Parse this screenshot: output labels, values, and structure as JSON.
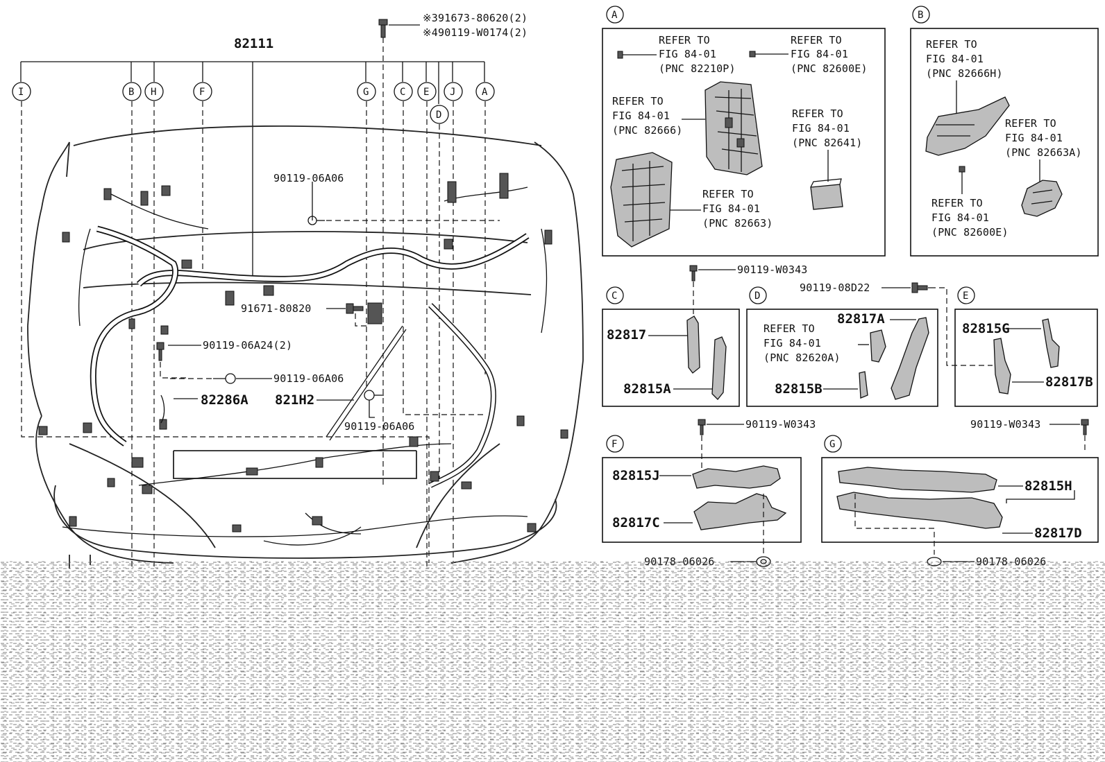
{
  "diagram": {
    "main_part": "82111",
    "callouts": [
      "I",
      "B",
      "H",
      "F",
      "G",
      "C",
      "E",
      "J",
      "A",
      "D"
    ],
    "top_bolts": [
      "※391673-80620(2)",
      "※490119-W0174(2)"
    ],
    "labels": {
      "bolt_06a06_top": "90119-06A06",
      "bolt_91671": "91671-80820",
      "bolt_06a24": "90119-06A24(2)",
      "bolt_06a06_mid": "90119-06A06",
      "p82286a": "82286A",
      "p821h2": "821H2",
      "bolt_06a06_bot": "90119-06A06"
    },
    "insets": {
      "A": {
        "letter": "A",
        "refs": [
          [
            "REFER TO",
            "FIG 84-01",
            "(PNC 82210P)"
          ],
          [
            "REFER TO",
            "FIG 84-01",
            "(PNC 82600E)"
          ],
          [
            "REFER TO",
            "FIG 84-01",
            "(PNC 82666)"
          ],
          [
            "REFER TO",
            "FIG 84-01",
            "(PNC 82641)"
          ],
          [
            "REFER TO",
            "FIG 84-01",
            "(PNC 82663)"
          ]
        ]
      },
      "B": {
        "letter": "B",
        "refs": [
          [
            "REFER TO",
            "FIG 84-01",
            "(PNC 82666H)"
          ],
          [
            "REFER TO",
            "FIG 84-01",
            "(PNC 82663A)"
          ],
          [
            "REFER TO",
            "FIG 84-01",
            "(PNC 82600E)"
          ]
        ]
      },
      "C": {
        "letter": "C",
        "bolt": "90119-W0343",
        "parts": [
          "82817",
          "82815A"
        ]
      },
      "D": {
        "letter": "D",
        "bolt": "90119-08D22",
        "parts": [
          "82817A",
          "82815B"
        ],
        "ref": [
          "REFER TO",
          "FIG 84-01",
          "(PNC 82620A)"
        ]
      },
      "E": {
        "letter": "E",
        "parts": [
          "82815G",
          "82817B"
        ]
      },
      "F": {
        "letter": "F",
        "bolt": "90119-W0343",
        "parts": [
          "82815J",
          "82817C"
        ],
        "clip": "90178-06026"
      },
      "G": {
        "letter": "G",
        "bolt": "90119-W0343",
        "parts": [
          "82815H",
          "82817D"
        ],
        "clip": "90178-06026"
      }
    }
  }
}
